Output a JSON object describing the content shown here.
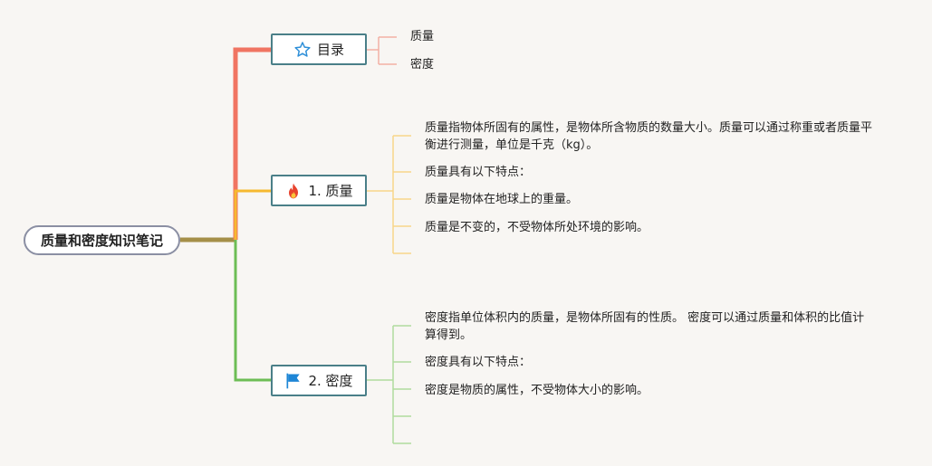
{
  "root": {
    "label": "质量和密度知识笔记"
  },
  "catalog": {
    "label": "目录",
    "icon": "star-icon",
    "items": [
      "质量",
      "密度"
    ]
  },
  "mass": {
    "label": "1. 质量",
    "icon": "fire-icon",
    "notes": [
      "质量指物体所固有的属性，是物体所含物质的数量大小。质量可以通过称重或者质量平衡进行测量，单位是千克（kg）。",
      "质量具有以下特点：",
      "质量是物体在地球上的重量。",
      "质量是不变的，不受物体所处环境的影响。"
    ]
  },
  "density": {
    "label": "2. 密度",
    "icon": "flag-icon",
    "notes": [
      "密度指单位体积内的质量，是物体所固有的性质。 密度可以通过质量和体积的比值计算得到。",
      "密度具有以下特点：",
      "密度是物质的属性，不受物体大小的影响。"
    ]
  },
  "colors": {
    "catalog": "#f07462",
    "catalog_leaf": "#f2b0a4",
    "mass": "#f6b92f",
    "mass_leaf": "#f8d58a",
    "density": "#6dbd55",
    "density_leaf": "#b0dc9e",
    "root_link": "#a58f48",
    "branch_border": "#4a7f88",
    "root_border": "#8b8fa3"
  }
}
